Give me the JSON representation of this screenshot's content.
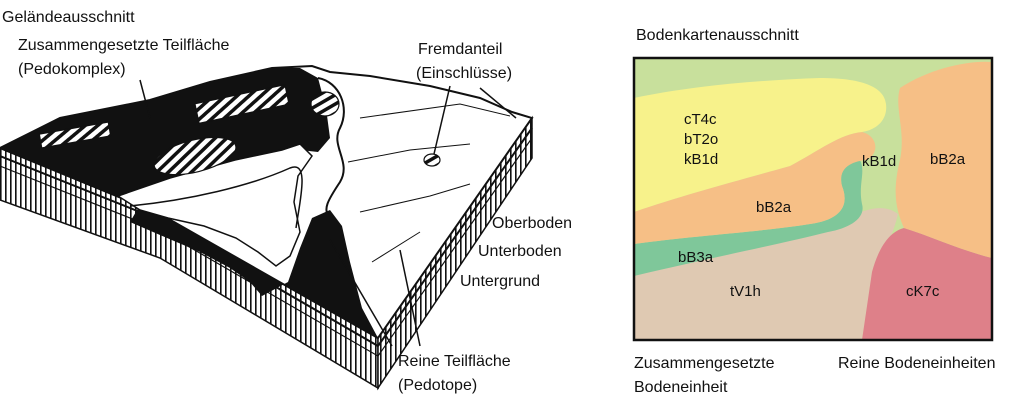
{
  "left_panel": {
    "title": "Geländeausschnitt",
    "labels": {
      "compound_line1": "Zusammengesetzte Teilfläche",
      "compound_line2": "(Pedokomplex)",
      "foreign_line1": "Fremdanteil",
      "foreign_line2": "(Einschlüsse)",
      "topsoil": "Oberboden",
      "subsoil": "Unterboden",
      "substrate": "Untergrund",
      "pure_line1": "Reine Teilfläche",
      "pure_line2": "(Pedotope)"
    }
  },
  "right_panel": {
    "title": "Bodenkartenausschnitt",
    "units": [
      {
        "id": "yellow",
        "lines": [
          "cT4c",
          "bT2o",
          "kB1d"
        ],
        "color": "#f7f28b"
      },
      {
        "id": "green-light",
        "lines": [
          "kB1d"
        ],
        "color": "#c8e09c"
      },
      {
        "id": "orange-center",
        "lines": [
          "bB2a"
        ],
        "color": "#f6bf86"
      },
      {
        "id": "orange-right",
        "lines": [
          "bB2a"
        ],
        "color": "#f6bf86"
      },
      {
        "id": "green-dark",
        "lines": [
          "bB3a"
        ],
        "color": "#7fc79a"
      },
      {
        "id": "tan",
        "lines": [
          "tV1h"
        ],
        "color": "#dfc9b2"
      },
      {
        "id": "red",
        "lines": [
          "cK7c"
        ],
        "color": "#de8089"
      }
    ],
    "caption_compound_line1": "Zusammengesetzte",
    "caption_compound_line2": "Bodeneinheit",
    "caption_pure": "Reine Bodeneinheiten"
  }
}
